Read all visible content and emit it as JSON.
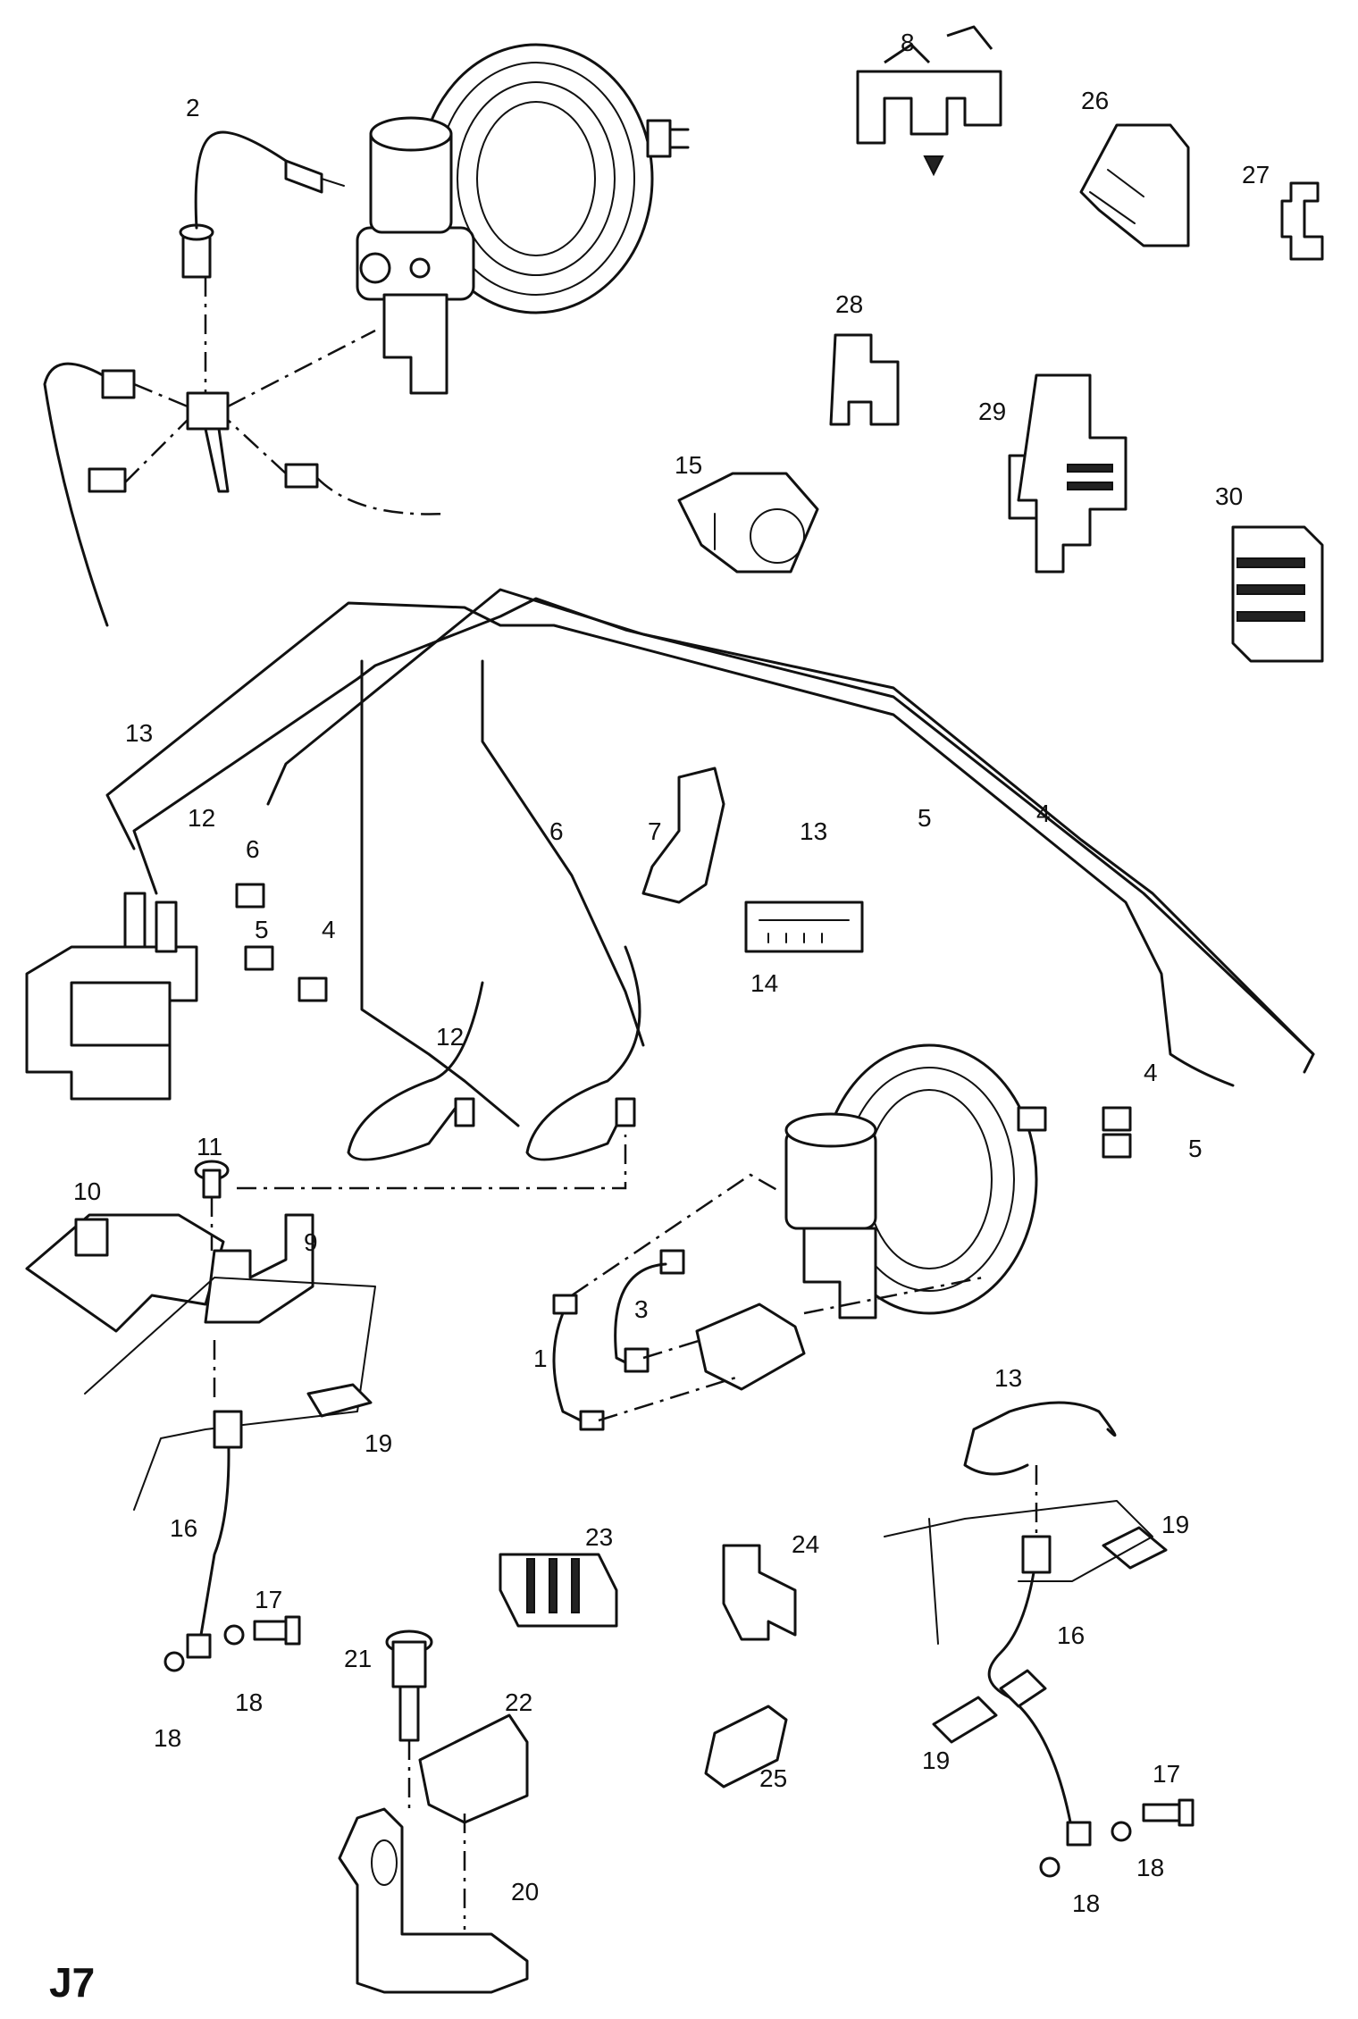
{
  "page_label": "J7",
  "callouts": {
    "c1": "1",
    "c2": "2",
    "c3": "3",
    "c4a": "4",
    "c4b": "4",
    "c4c": "4",
    "c5a": "5",
    "c5b": "5",
    "c5c": "5",
    "c6a": "6",
    "c6b": "6",
    "c7": "7",
    "c8": "8",
    "c9": "9",
    "c10": "10",
    "c11": "11",
    "c12a": "12",
    "c12b": "12",
    "c13a": "13",
    "c13b": "13",
    "c13c": "13",
    "c14": "14",
    "c15": "15",
    "c16a": "16",
    "c16b": "16",
    "c17a": "17",
    "c17b": "17",
    "c18a": "18",
    "c18b": "18",
    "c18c": "18",
    "c18d": "18",
    "c19a": "19",
    "c19b": "19",
    "c19c": "19",
    "c20": "20",
    "c21": "21",
    "c22": "22",
    "c23": "23",
    "c24": "24",
    "c25": "25",
    "c26": "26",
    "c27": "27",
    "c28": "28",
    "c29": "29",
    "c30": "30"
  }
}
